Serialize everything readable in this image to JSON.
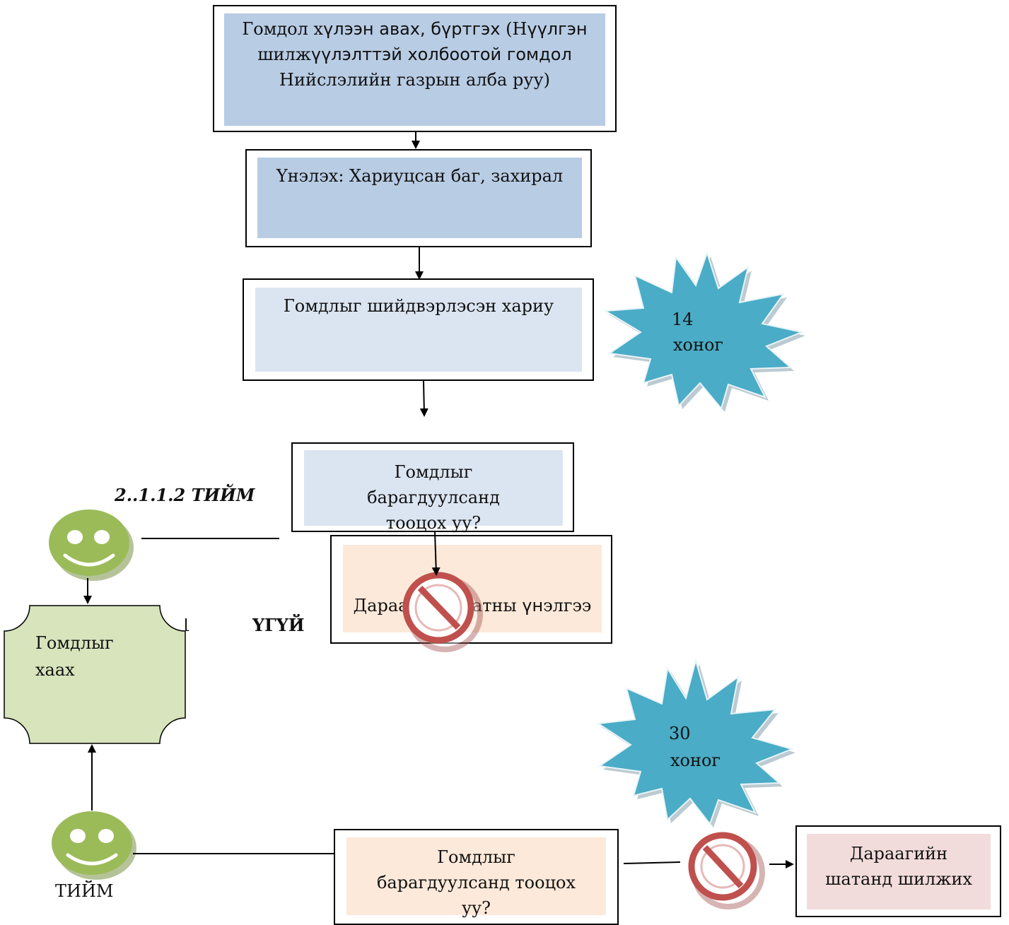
{
  "steps": {
    "receive": {
      "text_a": "Гомдол х",
      "text_b": "үлээн авах, бүртгэх",
      "text_c": " (Н",
      "text_d": "үүлгэн",
      "text_e": "шилж",
      "text_f": "үүлэлттэй холбоотой гомдол",
      "text_g": "Нийслэлийн газрын алба руу)"
    },
    "evaluate": "Үнэлэх: Хариуцсан баг, захирал",
    "resolution": "Гомдлыг шийдвэрлэсэн хариу",
    "question1": "Гомдлыг барагдуулсанд тооцох уу?",
    "next_eval_a": "Дараагийн шатны ",
    "next_eval_b": "үн",
    "next_eval_c": "элгээ",
    "question2": "Гомдлыг барагдуулсанд тооцох уу?",
    "close": {
      "line1": "Гомдлыг",
      "line2": "хаах"
    },
    "next_stage": "Дараагийн шатанд шилжих"
  },
  "badges": {
    "days14": {
      "number": "14",
      "unit": "хоног"
    },
    "days30": {
      "number": "30",
      "unit": "хоног"
    }
  },
  "labels": {
    "yes_heading": "2..1.1.2 ТИЙМ",
    "partial_number": "2.1",
    "no_label": "ҮГҮЙ",
    "yes_bottom": "ТИЙМ"
  },
  "icons": {
    "smiley_top": "smiley-icon",
    "smiley_bottom": "smiley-icon",
    "no_top": "prohibited-icon",
    "no_bottom": "prohibited-icon"
  },
  "colors": {
    "blue_fill": "#b8cce4",
    "light_blue_fill": "#dbe5f1",
    "peach_fill": "#fce9d9",
    "pink_fill": "#f2dcdb",
    "green_fill": "#d7e4bc",
    "starburst": "#4aacc6",
    "smiley": "#9bbb59",
    "prohibited": "#c0504d"
  }
}
